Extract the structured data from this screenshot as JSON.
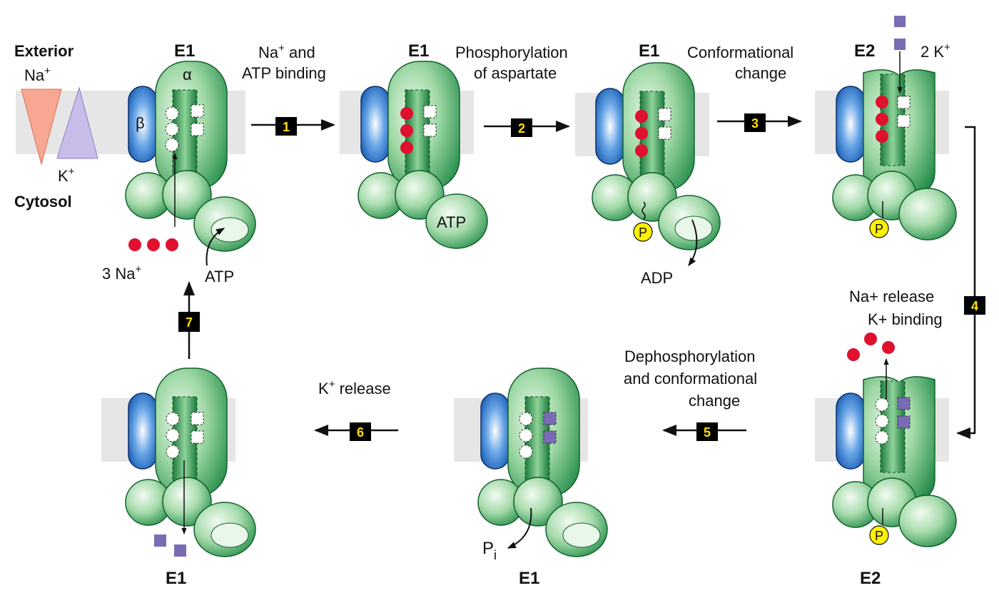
{
  "legend": {
    "exterior": "Exterior",
    "cytosol": "Cytosol",
    "na": "Na",
    "k": "K",
    "plus": "+"
  },
  "subunits": {
    "alpha": "α",
    "beta": "β"
  },
  "states": {
    "s1": "E1",
    "s2": "E1",
    "s3": "E1",
    "s4": "E2",
    "s5": "E2",
    "s6": "E1",
    "s7": "E1"
  },
  "steps": [
    {
      "num": "1",
      "line1": "Na",
      "line1_sup": "+",
      "line1_rest": " and",
      "line2": "ATP binding"
    },
    {
      "num": "2",
      "line1": "Phosphorylation",
      "line2": "of aspartate"
    },
    {
      "num": "3",
      "line1": "Conformational",
      "line2": "change"
    },
    {
      "num": "4",
      "line1": "Na+ release",
      "line2": "K+ binding"
    },
    {
      "num": "5",
      "line1": "Dephosphorylation",
      "line2": "and conformational",
      "line3": "change"
    },
    {
      "num": "6",
      "line1": "K",
      "line1_sup": "+",
      "line1_rest": " release"
    },
    {
      "num": "7"
    }
  ],
  "molecules": {
    "three_na": "3 Na",
    "atp_in": "ATP",
    "atp_bound": "ATP",
    "adp": "ADP",
    "two_k": "2 K",
    "p": "P",
    "pi": "P",
    "pi_sub": "i"
  },
  "colors": {
    "alpha_green": "#3ea35c",
    "beta_blue": "#2b74c9",
    "membrane": "#e6e6e6",
    "na_ion": "#e0102f",
    "k_ion": "#7a6bb5",
    "phosphate": "#fff200",
    "na_gradient": "#f7a792",
    "k_gradient": "#c7bde8",
    "step_box": "#000000",
    "step_num": "#ffe000"
  }
}
